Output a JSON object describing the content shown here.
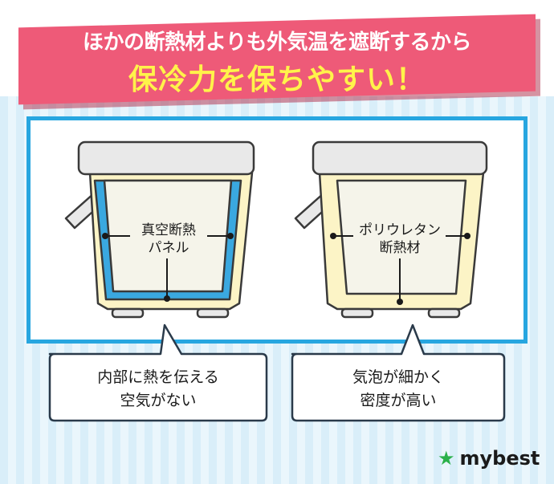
{
  "header": {
    "line1": "ほかの断熱材よりも外気温を遮断するから",
    "line2": "保冷力を保ちやすい！"
  },
  "left_box": {
    "label_line1": "真空断熱",
    "label_line2": "パネル",
    "callout_line1": "内部に熱を伝える",
    "callout_line2": "空気がない"
  },
  "right_box": {
    "label_line1": "ポリウレタン",
    "label_line2": "断熱材",
    "callout_line1": "気泡が細かく",
    "callout_line2": "密度が高い"
  },
  "colors": {
    "banner": "#ee5a78",
    "banner_highlight": "#fff34a",
    "frame_blue": "#27a6e0",
    "cooler_shell": "#fcf4c6",
    "vacuum_panel": "#3aa8e0",
    "logo_star": "#2bb14a"
  },
  "logo": {
    "text": "mybest",
    "icon": "star-icon"
  }
}
